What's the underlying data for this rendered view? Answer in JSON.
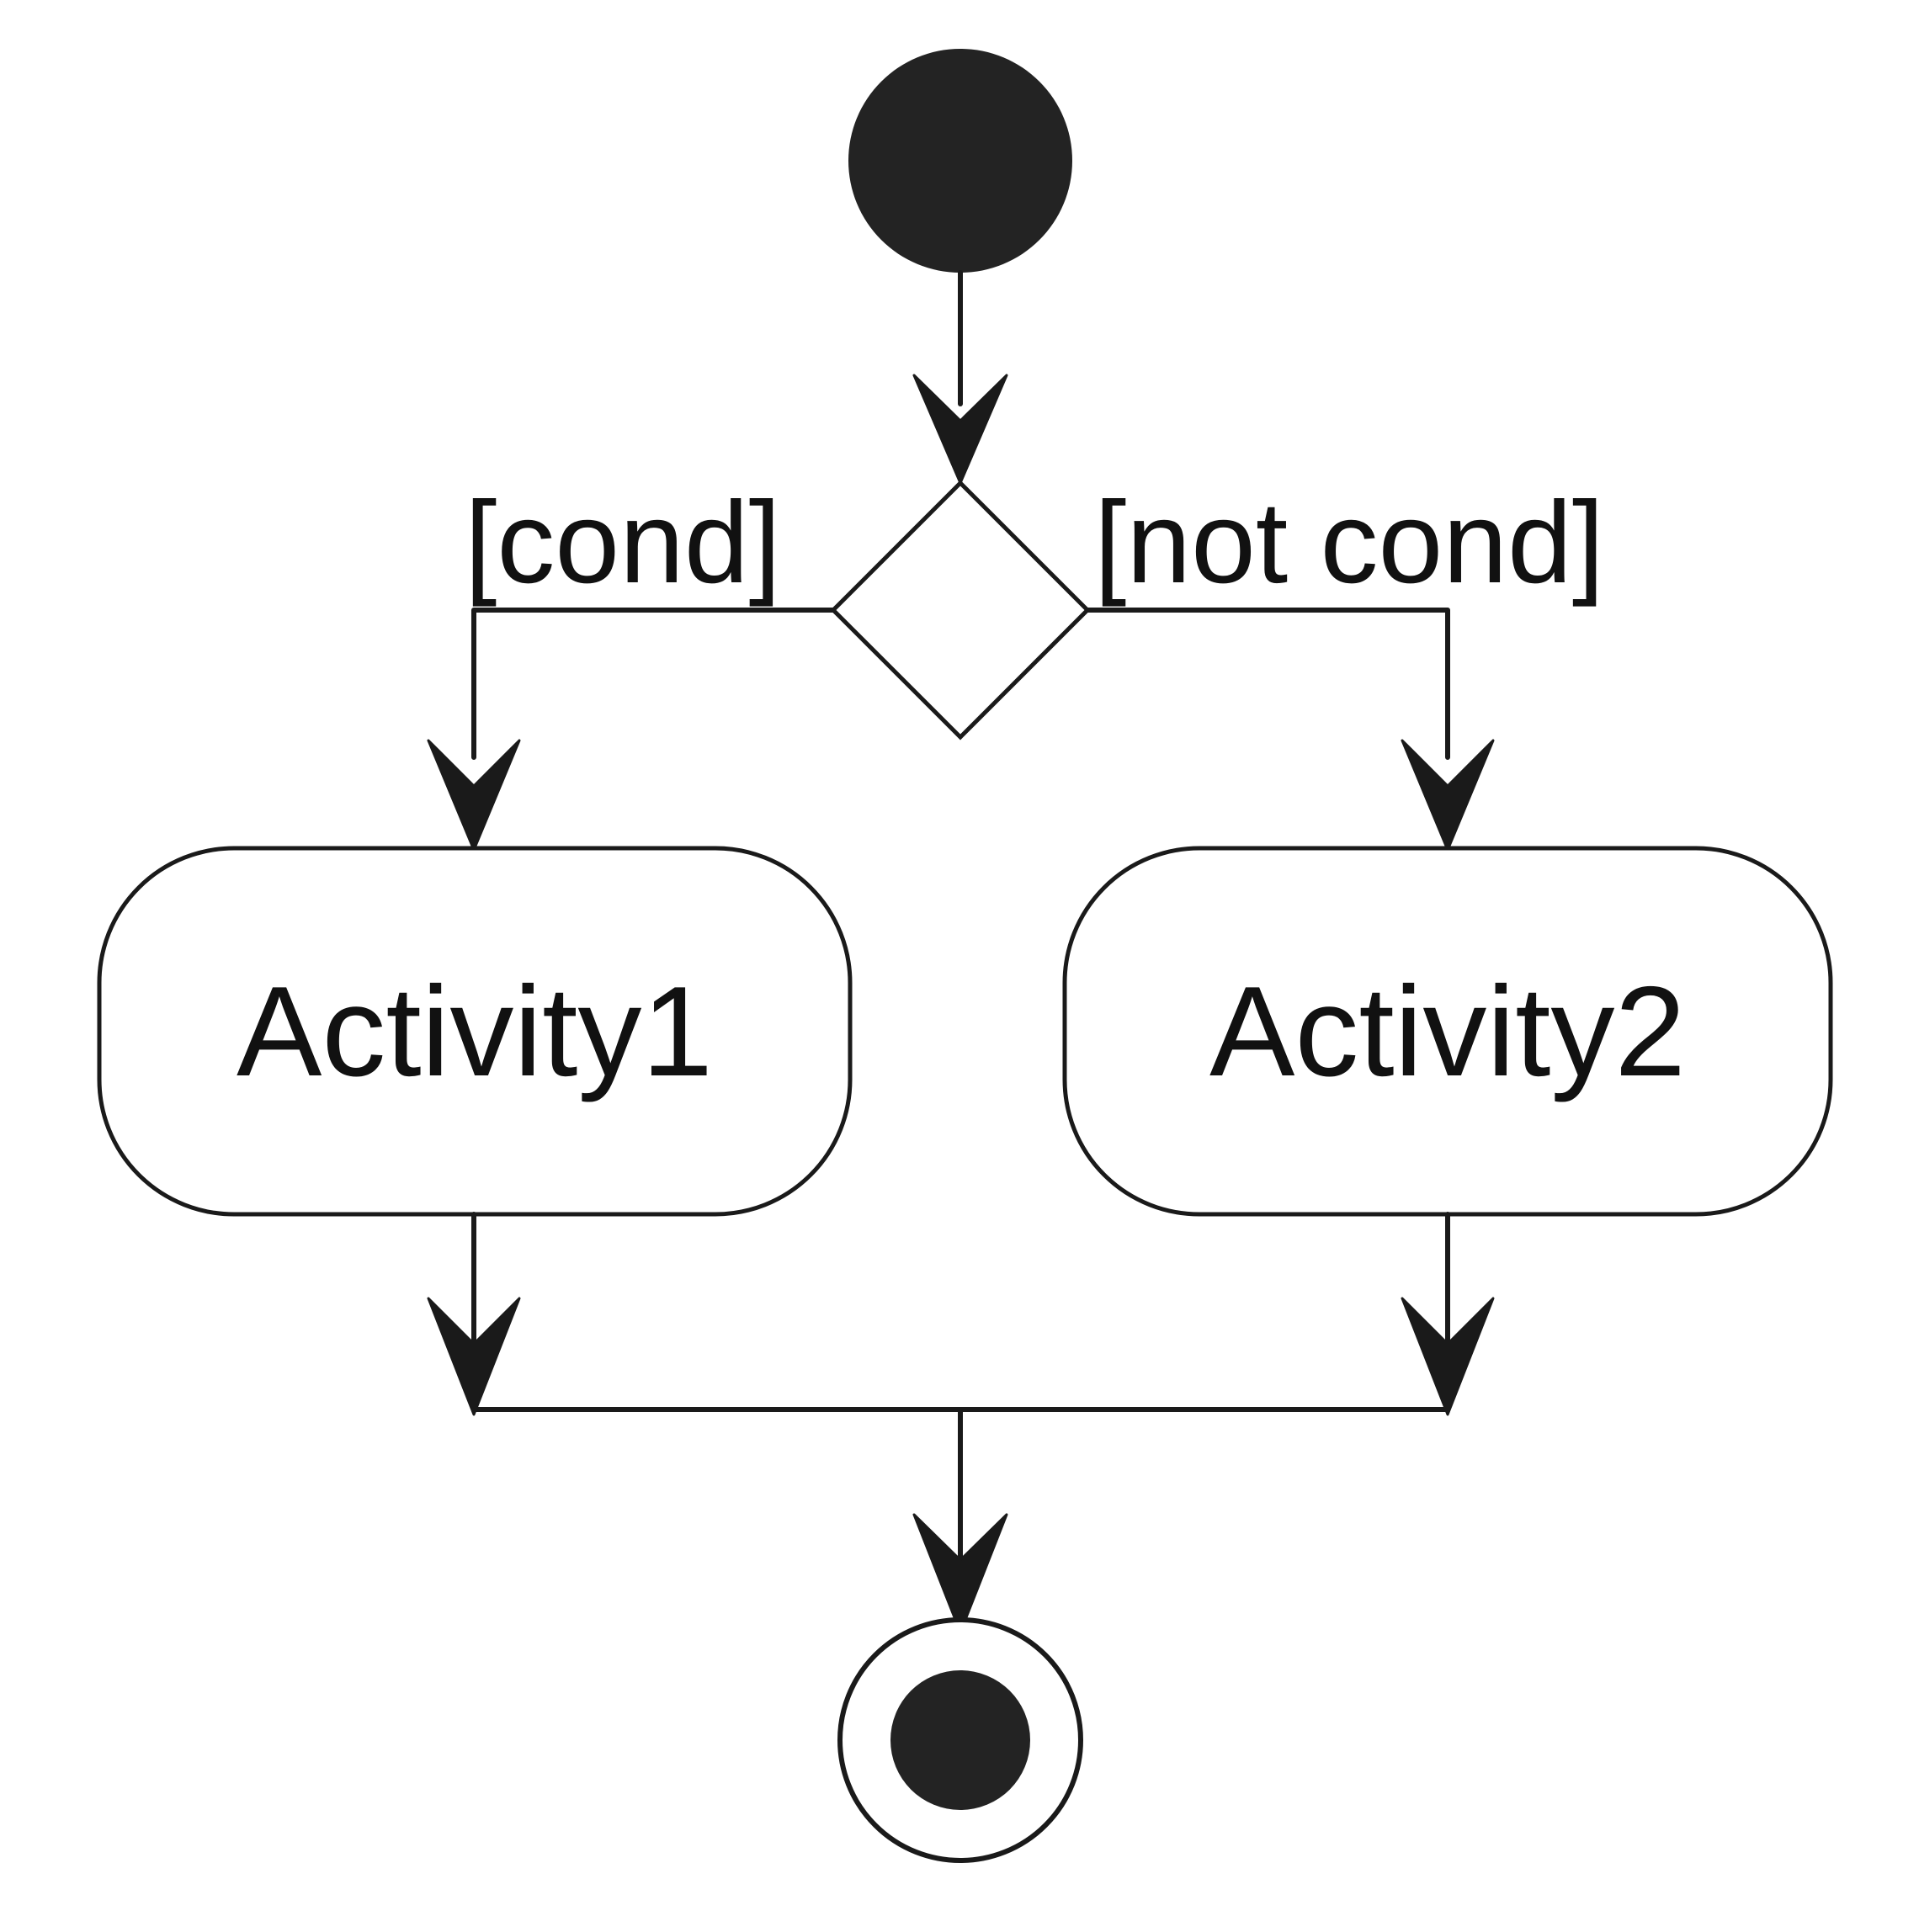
{
  "diagram": {
    "type": "uml-activity",
    "guards": {
      "left": "[cond]",
      "right": "[not cond]"
    },
    "activities": [
      {
        "label": "Activity1"
      },
      {
        "label": "Activity2"
      }
    ]
  }
}
